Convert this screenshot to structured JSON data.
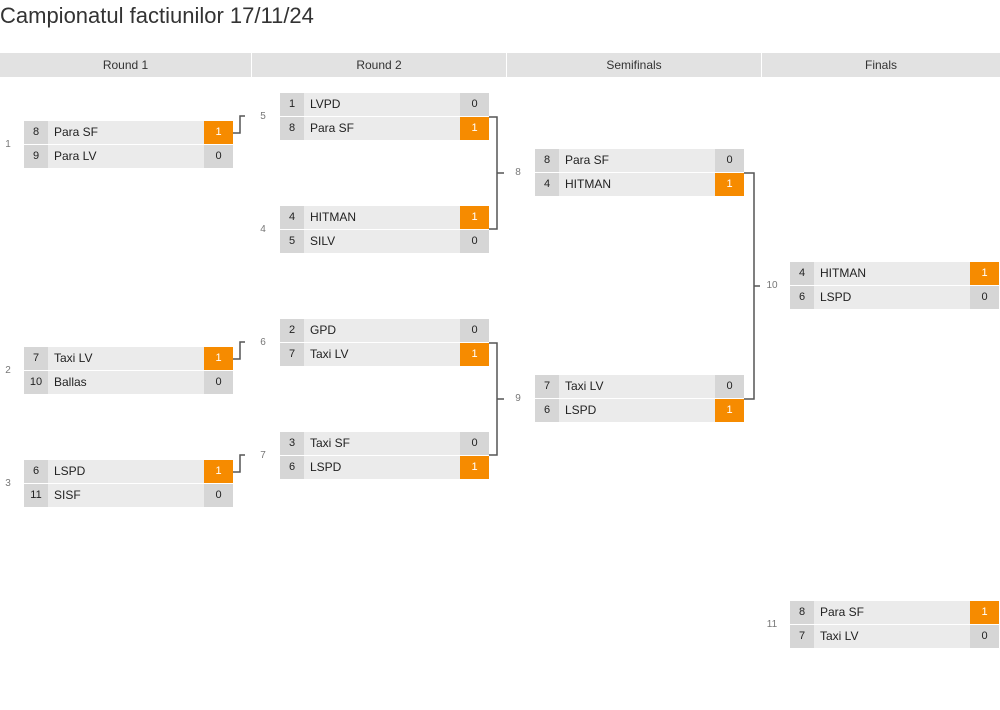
{
  "title": "Campionatul factiunilor 17/11/24",
  "rounds": [
    {
      "label": "Round 1"
    },
    {
      "label": "Round 2"
    },
    {
      "label": "Semifinals"
    },
    {
      "label": "Finals"
    }
  ],
  "matches": [
    {
      "num": "1",
      "teams": [
        {
          "seed": "8",
          "name": "Para SF",
          "score": "1",
          "win": true
        },
        {
          "seed": "9",
          "name": "Para LV",
          "score": "0",
          "win": false
        }
      ]
    },
    {
      "num": "2",
      "teams": [
        {
          "seed": "7",
          "name": "Taxi LV",
          "score": "1",
          "win": true
        },
        {
          "seed": "10",
          "name": "Ballas",
          "score": "0",
          "win": false
        }
      ]
    },
    {
      "num": "3",
      "teams": [
        {
          "seed": "6",
          "name": "LSPD",
          "score": "1",
          "win": true
        },
        {
          "seed": "11",
          "name": "SISF",
          "score": "0",
          "win": false
        }
      ]
    },
    {
      "num": "5",
      "teams": [
        {
          "seed": "1",
          "name": "LVPD",
          "score": "0",
          "win": false
        },
        {
          "seed": "8",
          "name": "Para SF",
          "score": "1",
          "win": true
        }
      ]
    },
    {
      "num": "4",
      "teams": [
        {
          "seed": "4",
          "name": "HITMAN",
          "score": "1",
          "win": true
        },
        {
          "seed": "5",
          "name": "SILV",
          "score": "0",
          "win": false
        }
      ]
    },
    {
      "num": "6",
      "teams": [
        {
          "seed": "2",
          "name": "GPD",
          "score": "0",
          "win": false
        },
        {
          "seed": "7",
          "name": "Taxi LV",
          "score": "1",
          "win": true
        }
      ]
    },
    {
      "num": "7",
      "teams": [
        {
          "seed": "3",
          "name": "Taxi SF",
          "score": "0",
          "win": false
        },
        {
          "seed": "6",
          "name": "LSPD",
          "score": "1",
          "win": true
        }
      ]
    },
    {
      "num": "8",
      "teams": [
        {
          "seed": "8",
          "name": "Para SF",
          "score": "0",
          "win": false
        },
        {
          "seed": "4",
          "name": "HITMAN",
          "score": "1",
          "win": true
        }
      ]
    },
    {
      "num": "9",
      "teams": [
        {
          "seed": "7",
          "name": "Taxi LV",
          "score": "0",
          "win": false
        },
        {
          "seed": "6",
          "name": "LSPD",
          "score": "1",
          "win": true
        }
      ]
    },
    {
      "num": "10",
      "teams": [
        {
          "seed": "4",
          "name": "HITMAN",
          "score": "1",
          "win": true
        },
        {
          "seed": "6",
          "name": "LSPD",
          "score": "0",
          "win": false
        }
      ]
    },
    {
      "num": "11",
      "teams": [
        {
          "seed": "8",
          "name": "Para SF",
          "score": "1",
          "win": true
        },
        {
          "seed": "7",
          "name": "Taxi LV",
          "score": "0",
          "win": false
        }
      ]
    }
  ],
  "colors": {
    "win": "#f68b00",
    "cell": "#ebebeb",
    "seed": "#d6d6d6",
    "header": "#e2e2e2",
    "line": "#555555"
  }
}
